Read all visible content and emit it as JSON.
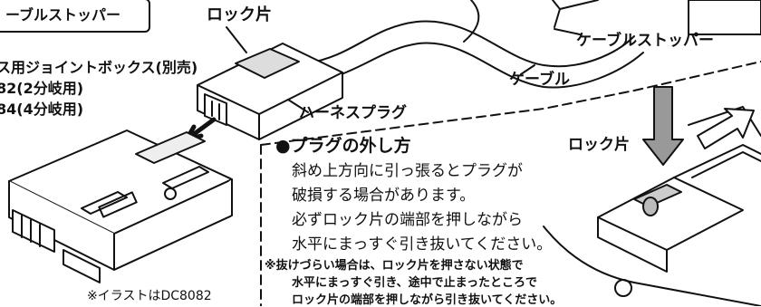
{
  "labels": {
    "cable_stopper_box": "ーブルストッパー",
    "lock_piece_top": "ロック片",
    "cable_stopper": "ケーブルストッパー",
    "cable": "ケーブル",
    "harness_plug": "ハーネスプラグ",
    "lock_piece_right": "ロック片"
  },
  "junction_box": {
    "title": "ス用ジョイントボックス(別売)",
    "line1": "82(2分岐用)",
    "line2": "84(4分岐用)"
  },
  "instructions": {
    "heading": "●プラグの外し方",
    "body": [
      "斜め上方向に引っ張るとプラグが",
      "破損する場合があります。",
      "必ずロック片の端部を押しながら",
      "水平にまっすぐ引き抜いてください。"
    ],
    "notes": [
      "※抜けづらい場合は、ロック片を押さない状態で",
      "水平にまっすぐ引き、途中で止まったところで",
      "ロック片の端部を押しながら引き抜いてください。"
    ]
  },
  "illustration_note": "※イラストはDC8082"
}
